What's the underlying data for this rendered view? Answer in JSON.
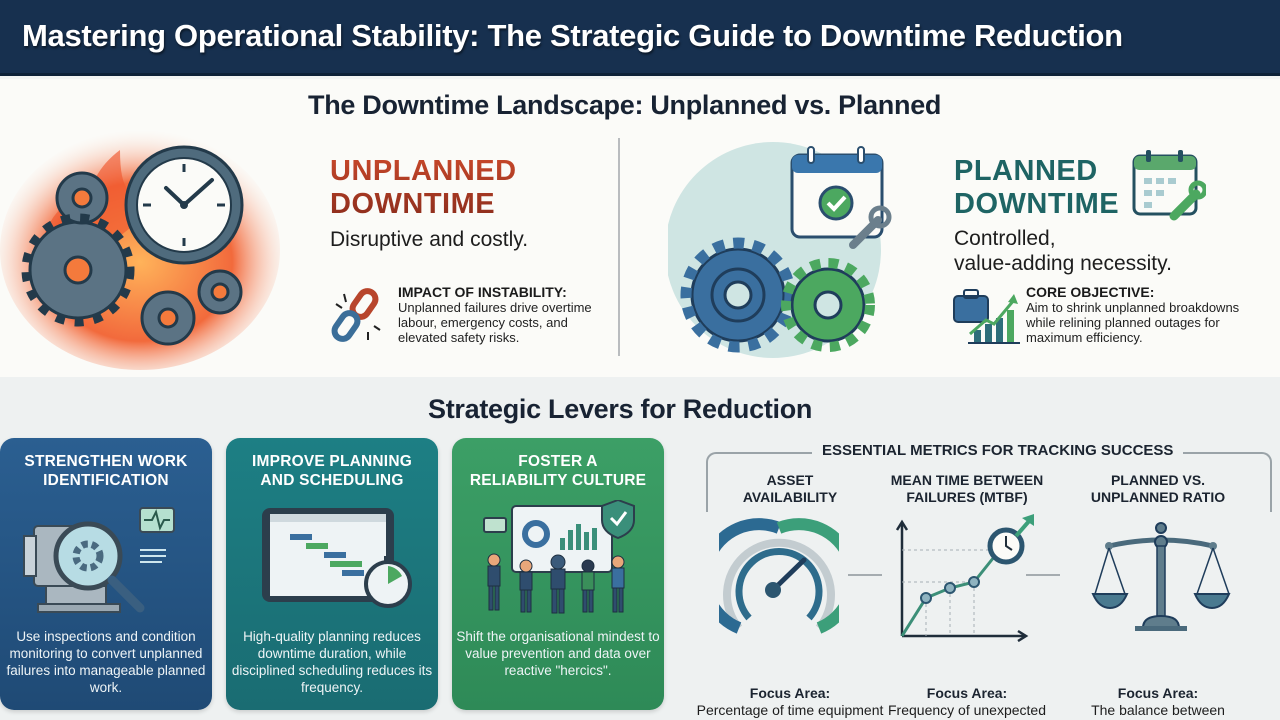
{
  "header": {
    "title": "Mastering Operational Stability: The Strategic Guide to Downtime Reduction",
    "background_color": "#17304f"
  },
  "landscape": {
    "section_title": "The Downtime Landscape: Unplanned vs. Planned",
    "unplanned": {
      "title_line1": "UNPLANNED",
      "title_line2": "DOWNTIME",
      "tagline": "Disruptive and costly.",
      "note_heading": "IMPACT OF INSTABILITY:",
      "note_body": "Unplanned failures drive overtime labour, emergency costs, and elevated safety risks.",
      "icons": [
        "burning-gears-clock-icon",
        "broken-chain-icon"
      ],
      "accent_color": "#c8482a"
    },
    "planned": {
      "title_line1": "PLANNED",
      "title_line2": "DOWNTIME",
      "tagline_line1": "Controlled,",
      "tagline_line2": "value-adding necessity.",
      "note_heading": "CORE OBJECTIVE:",
      "note_body": "Aim to shrink unplanned broakdowns while relining planned outages for maximum efficiency.",
      "icons": [
        "gears-calendar-check-icon",
        "calendar-wrench-icon",
        "toolbox-growth-chart-icon"
      ],
      "accent_color": "#1e6464"
    }
  },
  "levers": {
    "section_title": "Strategic Levers for Reduction",
    "cards": [
      {
        "title_line1": "STRENGTHEN WORK",
        "title_line2": "IDENTIFICATION",
        "body": "Use inspections and condition monitoring to convert unplanned failures into manageable planned work.",
        "icon": "magnifier-machine-monitor-icon",
        "color": "#275887"
      },
      {
        "title_line1": "IMPROVE PLANNING",
        "title_line2": "AND SCHEDULING",
        "body": "High-quality planning reduces downtime duration, while disciplined scheduling reduces its frequency.",
        "icon": "gantt-tablet-stopwatch-icon",
        "color": "#1b777c"
      },
      {
        "title_line1": "FOSTER A",
        "title_line2": "RELIABILITY CULTURE",
        "body": "Shift the organisational mindest to value prevention and data over reactive \"hercics\".",
        "icon": "team-dashboard-shield-icon",
        "color": "#36965f"
      }
    ]
  },
  "metrics": {
    "section_title": "ESSENTIAL METRICS FOR TRACKING SUCCESS",
    "items": [
      {
        "title_line1": "ASSET",
        "title_line2": "AVAILABILITY",
        "focus_label": "Focus Area:",
        "desc": "Percentage of time equipment is ready for function.",
        "icon": "gauge-icon"
      },
      {
        "title_line1": "MEAN TIME BETWEEN",
        "title_line2": "FAILURES (MTBF)",
        "focus_label": "Focus Area:",
        "desc": "Frequency of unexpected equipment breakdowns.",
        "icon": "line-chart-clock-icon"
      },
      {
        "title_line1": "PLANNED VS.",
        "title_line2": "UNPLANNED RATIO",
        "focus_label": "Focus Area:",
        "desc": "The balance between proactive care and reactive repair.",
        "icon": "balance-scale-icon"
      }
    ]
  }
}
